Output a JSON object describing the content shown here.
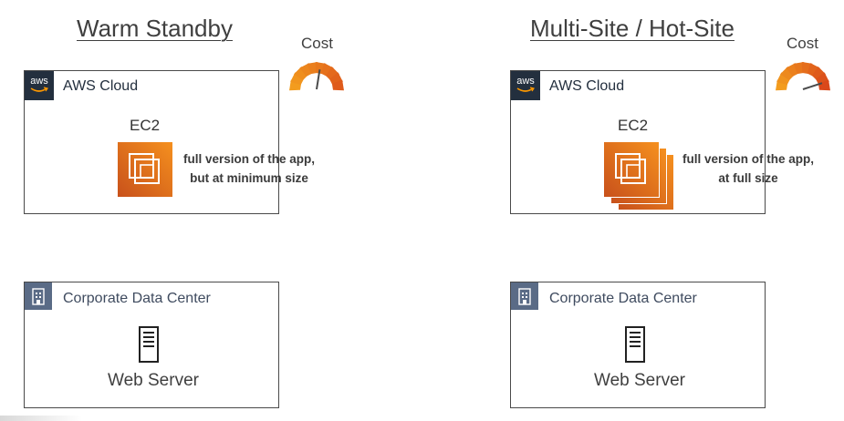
{
  "panels": [
    {
      "title": "Warm Standby",
      "cost_label": "Cost",
      "cost_level": 0.55,
      "cloud": {
        "title": "AWS Cloud",
        "logo_text": "aws",
        "ec2_label": "EC2",
        "description_line1": "full version of the app,",
        "description_line2": "but at minimum size",
        "instance_count": 1
      },
      "datacenter": {
        "title": "Corporate Data Center",
        "server_label": "Web Server"
      }
    },
    {
      "title": "Multi-Site / Hot-Site",
      "cost_label": "Cost",
      "cost_level": 0.9,
      "cloud": {
        "title": "AWS Cloud",
        "logo_text": "aws",
        "ec2_label": "EC2",
        "description_line1": "full version of the app,",
        "description_line2": "at full size",
        "instance_count": 3
      },
      "datacenter": {
        "title": "Corporate Data Center",
        "server_label": "Web Server"
      }
    }
  ],
  "colors": {
    "gauge_low": "#f39c1e",
    "gauge_high": "#d8431a",
    "ec2_orange": "#e8731d",
    "aws_dark": "#232f3e",
    "datacenter_icon": "#5a6b86"
  }
}
